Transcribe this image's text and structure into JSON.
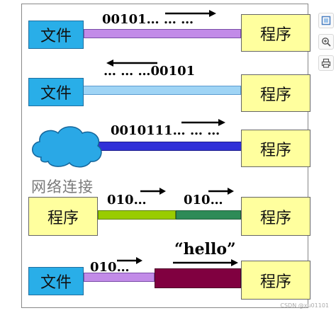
{
  "rows": [
    {
      "left_label": "文件",
      "right_label": "程序",
      "bits": "00101… … …"
    },
    {
      "left_label": "文件",
      "right_label": "程序",
      "bits": "… … …00101"
    },
    {
      "right_label": "程序",
      "bits": "0010111… … …",
      "cloud_caption": "网络连接"
    },
    {
      "left_label": "程序",
      "right_label": "程序",
      "bits_a": "010…",
      "bits_b": "010…"
    },
    {
      "left_label": "文件",
      "right_label": "程序",
      "bits": "010…",
      "quote": "“hello”"
    }
  ],
  "watermark": "CSDN @xu01101",
  "toolbar": {
    "icons": [
      "fit-frame-icon",
      "zoom-in-icon",
      "print-icon"
    ]
  },
  "colors": {
    "file": "#29aee8",
    "program": "#ffff9e",
    "lavender": "#c28be8",
    "light_blue": "#9fd4f5",
    "blue": "#2f2fd8",
    "green_light": "#99cc00",
    "green_dark": "#2e8b57",
    "maroon": "#800040"
  }
}
